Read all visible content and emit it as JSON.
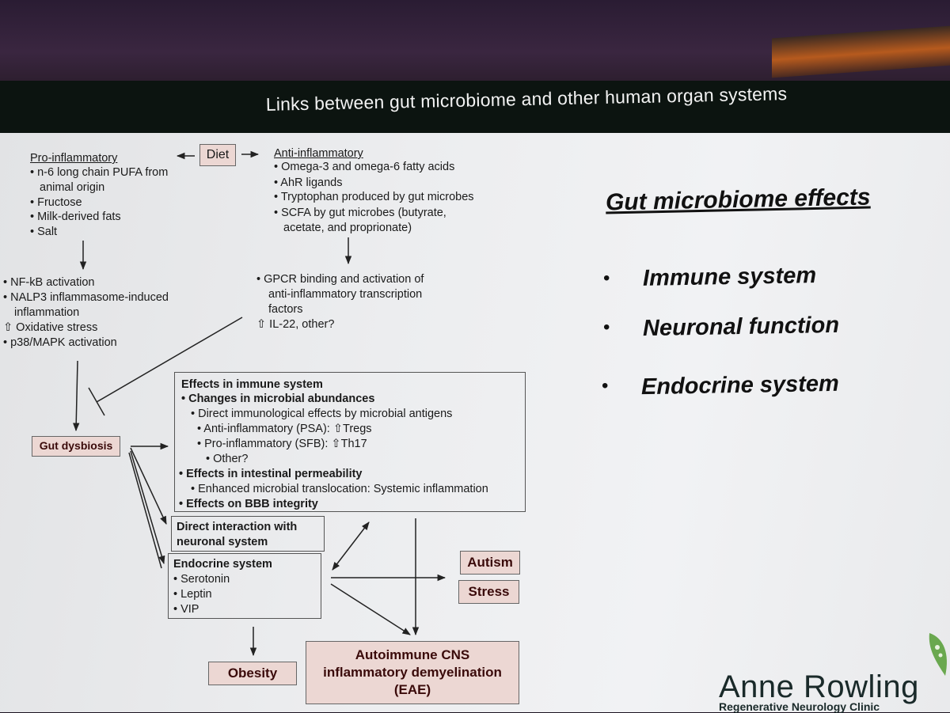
{
  "title": "Links between gut microbiome and other human organ systems",
  "diet": "Diet",
  "pro": {
    "heading": "Pro-inflammatory",
    "items": [
      "•  n-6 long chain PUFA from",
      "animal origin",
      "•  Fructose",
      "•  Milk-derived fats",
      "•  Salt"
    ]
  },
  "anti": {
    "heading": "Anti-inflammatory",
    "items": [
      "•  Omega-3 and omega-6 fatty acids",
      "•  AhR ligands",
      "•  Tryptophan produced by gut microbes",
      "•  SCFA by gut microbes (butyrate,",
      "acetate, and proprionate)"
    ]
  },
  "pro_effects": [
    "•  NF-kB activation",
    "•  NALP3 inflammasome-induced",
    "inflammation",
    "⇧ Oxidative stress",
    "•  p38/MAPK activation"
  ],
  "anti_effects": [
    "•  GPCR binding and activation of",
    "anti-inflammatory transcription",
    "factors",
    "⇧ IL-22, other?"
  ],
  "dysbiosis": "Gut dysbiosis",
  "immune_box": {
    "lines": [
      "Effects in immune system",
      "•  Changes in microbial abundances",
      "•  Direct immunological effects by microbial antigens",
      "•  Anti-inflammatory (PSA): ⇧Tregs",
      "•  Pro-inflammatory (SFB): ⇧Th17",
      "•  Other?",
      "•  Effects in intestinal permeability",
      "•  Enhanced microbial translocation: Systemic inflammation",
      "•  Effects on BBB integrity"
    ]
  },
  "neuronal_box": [
    "Direct interaction with",
    "neuronal system"
  ],
  "endocrine_box": [
    "Endocrine system",
    "•  Serotonin",
    "•  Leptin",
    "•  VIP"
  ],
  "outcomes": {
    "autism": "Autism",
    "stress": "Stress",
    "obesity": "Obesity",
    "eae": [
      "Autoimmune CNS",
      "inflammatory demyelination",
      "(EAE)"
    ]
  },
  "effects": {
    "heading": "Gut microbiome effects",
    "items": [
      "Immune system",
      "Neuronal function",
      "Endocrine system"
    ],
    "bullet": "•"
  },
  "logo": {
    "name": "Anne Rowling",
    "sub": "Regenerative Neurology Clinic"
  }
}
